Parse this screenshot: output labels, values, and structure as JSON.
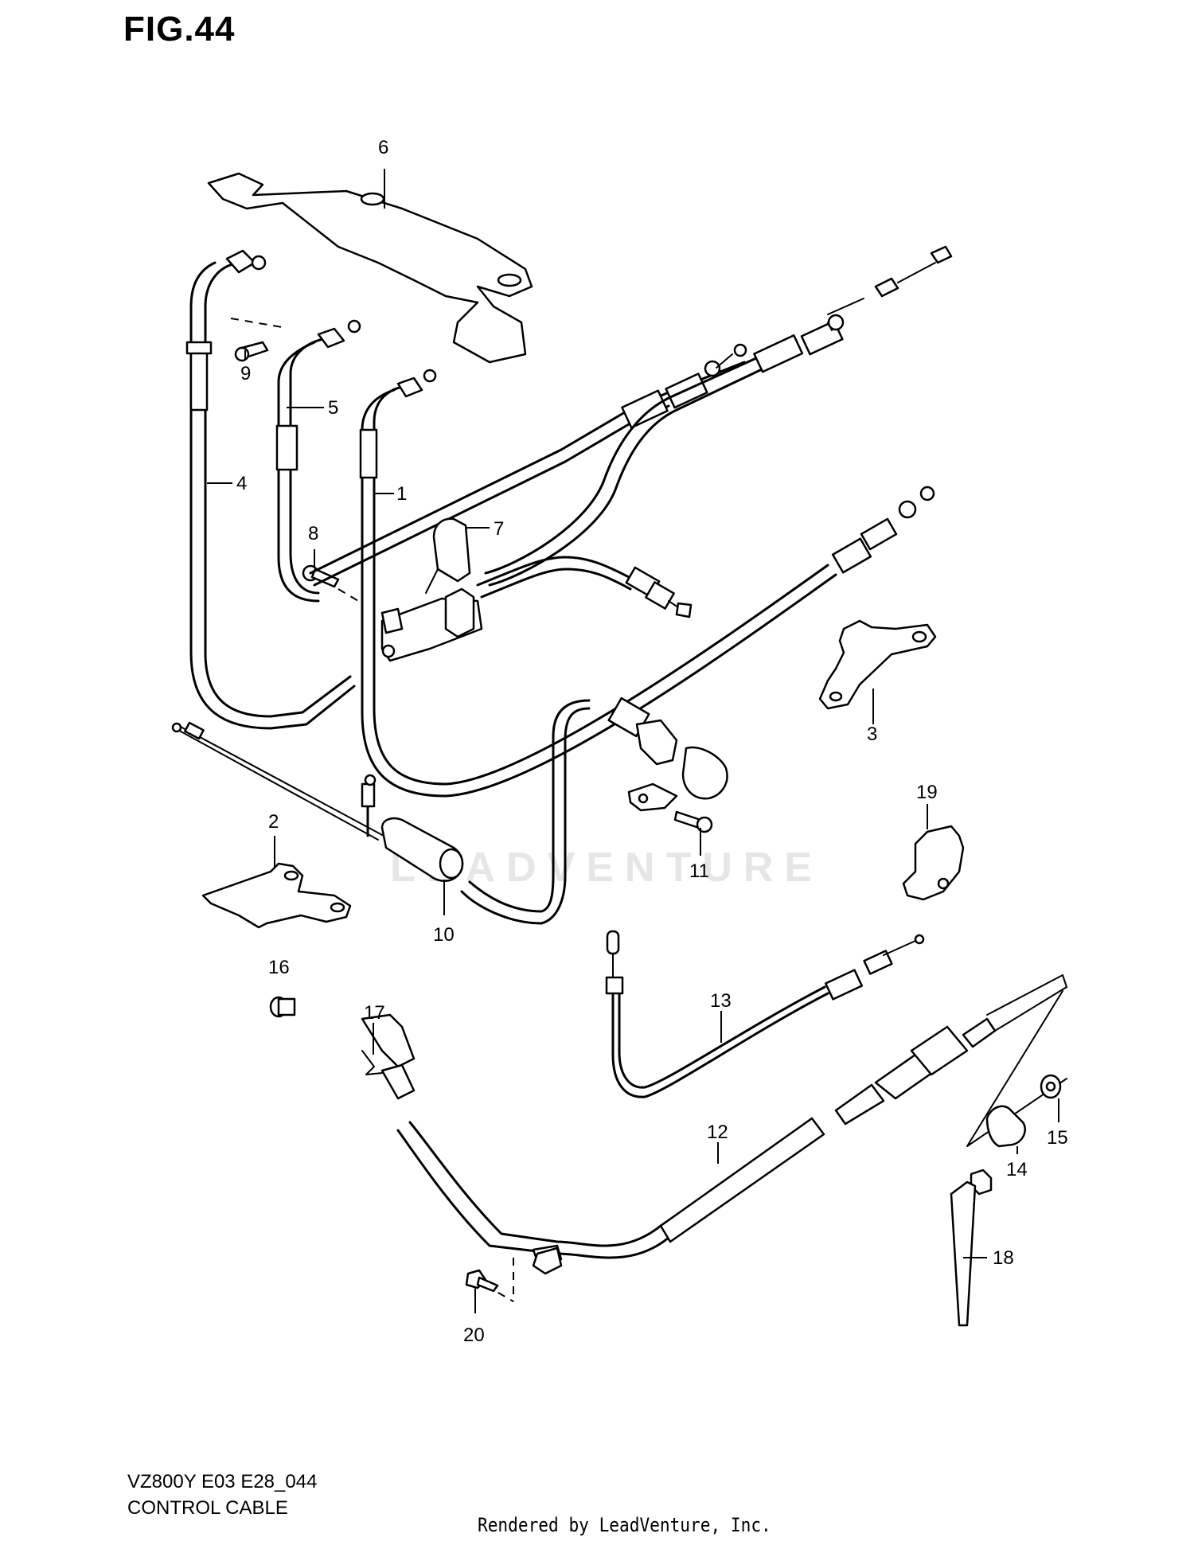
{
  "figure": {
    "title": "FIG.44",
    "model_code": "VZ800Y E03 E28_044",
    "section_name": "CONTROL CABLE",
    "render_credit": "Rendered by LeadVenture, Inc.",
    "watermark": "LEADVENTURE"
  },
  "callouts": [
    "1",
    "2",
    "3",
    "4",
    "5",
    "6",
    "7",
    "8",
    "9",
    "10",
    "11",
    "12",
    "13",
    "14",
    "15",
    "16",
    "17",
    "18",
    "19",
    "20"
  ]
}
